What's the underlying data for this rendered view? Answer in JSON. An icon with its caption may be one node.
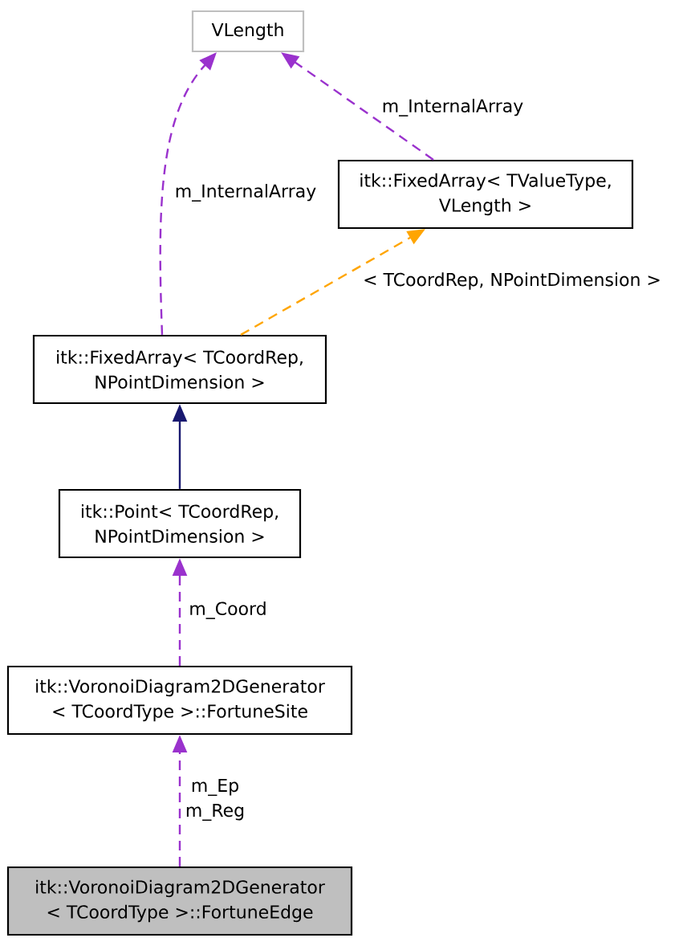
{
  "diagram": {
    "nodes": [
      {
        "text": [
          "VLength"
        ]
      },
      {
        "text": [
          "itk::FixedArray< TValueType, VLength >"
        ]
      },
      {
        "text": [
          "itk::FixedArray< TCoordRep, NPointDimension >"
        ]
      },
      {
        "text": [
          "itk::Point< TCoordRep, NPointDimension >"
        ]
      },
      {
        "text": [
          "itk::VoronoiDiagram2DGenerator < TCoordType >::FortuneSite"
        ]
      },
      {
        "text": [
          "itk::VoronoiDiagram2DGenerator < TCoordType >::FortuneEdge"
        ]
      }
    ],
    "edges": [
      {
        "from": 1,
        "to": 0,
        "arrow": "to",
        "label": "m_InternalArray",
        "style": "dashed"
      },
      {
        "from": 2,
        "to": 0,
        "arrow": "to",
        "label": "m_InternalArray",
        "style": "dashed"
      },
      {
        "from": 2,
        "to": 1,
        "arrow": "to",
        "label": "< TCoordRep, NPointDimension >",
        "style": "dashed",
        "color": "#ffa500"
      },
      {
        "from": 3,
        "to": 2,
        "arrow": "to",
        "color": "#191970"
      },
      {
        "from": 4,
        "to": 3,
        "arrow": "to",
        "label": "m_Coord",
        "style": "dashed"
      },
      {
        "from": 5,
        "to": 4,
        "arrow": "to",
        "label": "m_Ep m_Reg",
        "style": "dashed"
      }
    ]
  }
}
